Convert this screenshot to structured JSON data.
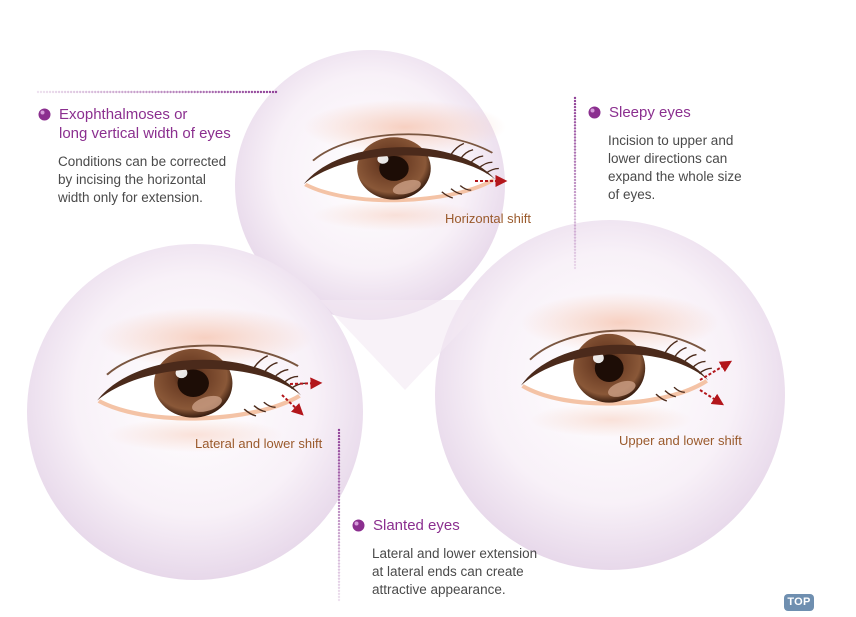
{
  "sections": {
    "exophthalmoses": {
      "title_lines": [
        "Exophthalmoses or",
        "long vertical width of eyes"
      ],
      "desc_lines": [
        "Conditions can be corrected",
        "by incising the horizontal",
        "width only for extension."
      ]
    },
    "sleepy": {
      "title_lines": [
        "Sleepy eyes"
      ],
      "desc_lines": [
        "Incision to upper and",
        "lower directions can",
        "expand the whole size",
        "of eyes."
      ]
    },
    "slanted": {
      "title_lines": [
        "Slanted eyes"
      ],
      "desc_lines": [
        "Lateral and lower extension",
        "at lateral ends can create",
        "attractive appearance."
      ]
    }
  },
  "eye_labels": {
    "top": "Horizontal shift",
    "left": "Lateral and lower shift",
    "right": "Upper and lower shift"
  },
  "top_button": "TOP",
  "colors": {
    "title_purple": "#8b2f8f",
    "text_gray": "#4a4a4a",
    "label_brown": "#9a5a2c",
    "arrow_red": "#b3161b",
    "iris_brown": "#6e3f26",
    "circle_lavender": "#ede3f0",
    "dotted_purple": "#8f3f97"
  }
}
